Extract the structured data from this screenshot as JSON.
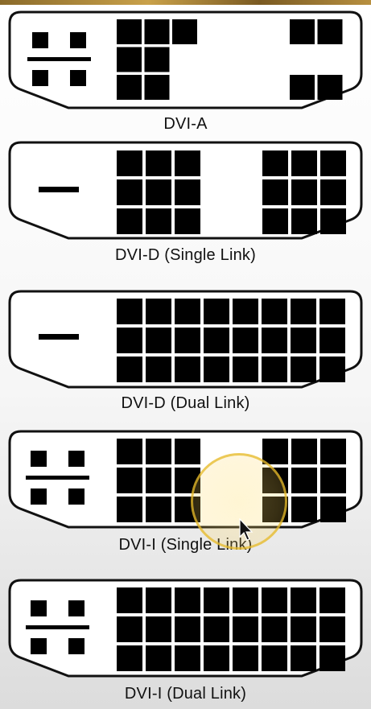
{
  "connectors": [
    {
      "label": "DVI-A",
      "left_type": "analog",
      "right_type": "analog",
      "pins_left": [
        [
          1,
          1,
          1
        ],
        [
          1,
          1,
          0
        ],
        [
          1,
          1,
          0
        ]
      ],
      "pins_right": [
        [
          1,
          1
        ],
        [
          0,
          0
        ],
        [
          1,
          1
        ]
      ]
    },
    {
      "label": "DVI-D (Single Link)",
      "left_type": "digital",
      "pins_left": [
        [
          1,
          1,
          1
        ],
        [
          1,
          1,
          1
        ],
        [
          1,
          1,
          1
        ]
      ],
      "pins_right": [
        [
          1,
          1,
          1
        ],
        [
          1,
          1,
          1
        ],
        [
          1,
          1,
          1
        ]
      ]
    },
    {
      "label": "DVI-D (Dual Link)",
      "left_type": "digital",
      "pins_left": [
        [
          1,
          1,
          1,
          1,
          1,
          1,
          1,
          1
        ],
        [
          1,
          1,
          1,
          1,
          1,
          1,
          1,
          1
        ],
        [
          1,
          1,
          1,
          1,
          1,
          1,
          1,
          1
        ]
      ]
    },
    {
      "label": "DVI-I (Single Link)",
      "left_type": "analog",
      "pins_left": [
        [
          1,
          1,
          1
        ],
        [
          1,
          1,
          1
        ],
        [
          1,
          1,
          1
        ]
      ],
      "pins_right": [
        [
          1,
          1,
          1
        ],
        [
          1,
          1,
          1
        ],
        [
          1,
          1,
          1
        ]
      ]
    },
    {
      "label": "DVI-I (Dual Link)",
      "left_type": "analog",
      "pins_left": [
        [
          1,
          1,
          1,
          1,
          1,
          1,
          1,
          1
        ],
        [
          1,
          1,
          1,
          1,
          1,
          1,
          1,
          1
        ],
        [
          1,
          1,
          1,
          1,
          1,
          1,
          1,
          1
        ]
      ]
    }
  ],
  "colors": {
    "pin": "#000000",
    "outline": "#111111",
    "highlight": "#e8bb2e"
  }
}
